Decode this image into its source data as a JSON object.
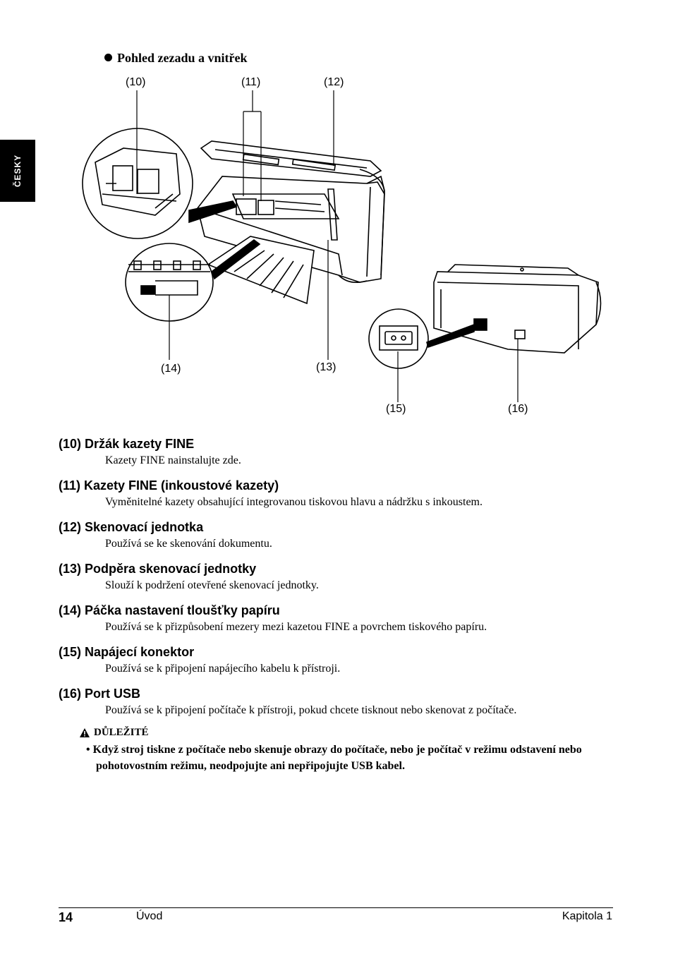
{
  "side_tab": "ČESKY",
  "section_title": "Pohled zezadu a vnitřek",
  "callouts": {
    "c10": "(10)",
    "c11": "(11)",
    "c12": "(12)",
    "c13": "(13)",
    "c14": "(14)",
    "c15": "(15)",
    "c16": "(16)"
  },
  "items": [
    {
      "title": "(10) Držák kazety FINE",
      "desc": "Kazety FINE nainstalujte zde."
    },
    {
      "title": "(11) Kazety FINE (inkoustové kazety)",
      "desc": "Vyměnitelné kazety obsahující integrovanou tiskovou hlavu a nádržku s inkoustem."
    },
    {
      "title": "(12) Skenovací jednotka",
      "desc": "Používá se ke skenování dokumentu."
    },
    {
      "title": "(13) Podpěra skenovací jednotky",
      "desc": "Slouží k podržení otevřené skenovací jednotky."
    },
    {
      "title": "(14) Páčka nastavení tloušťky papíru",
      "desc": "Používá se k přizpůsobení mezery mezi kazetou FINE a povrchem tiskového papíru."
    },
    {
      "title": "(15) Napájecí konektor",
      "desc": "Používá se k připojení napájecího kabelu k přístroji."
    },
    {
      "title": "(16) Port USB",
      "desc": "Používá se k připojení počítače k přístroji, pokud chcete tisknout nebo skenovat z počítače."
    }
  ],
  "notice": {
    "heading": "DŮLEŽITÉ",
    "text": "Když stroj tiskne z počítače nebo skenuje obrazy do počítače, nebo je počítač v režimu odstavení nebo pohotovostním režimu, neodpojujte ani nepřipojujte USB kabel."
  },
  "footer": {
    "page_number": "14",
    "section": "Úvod",
    "chapter": "Kapitola 1"
  }
}
